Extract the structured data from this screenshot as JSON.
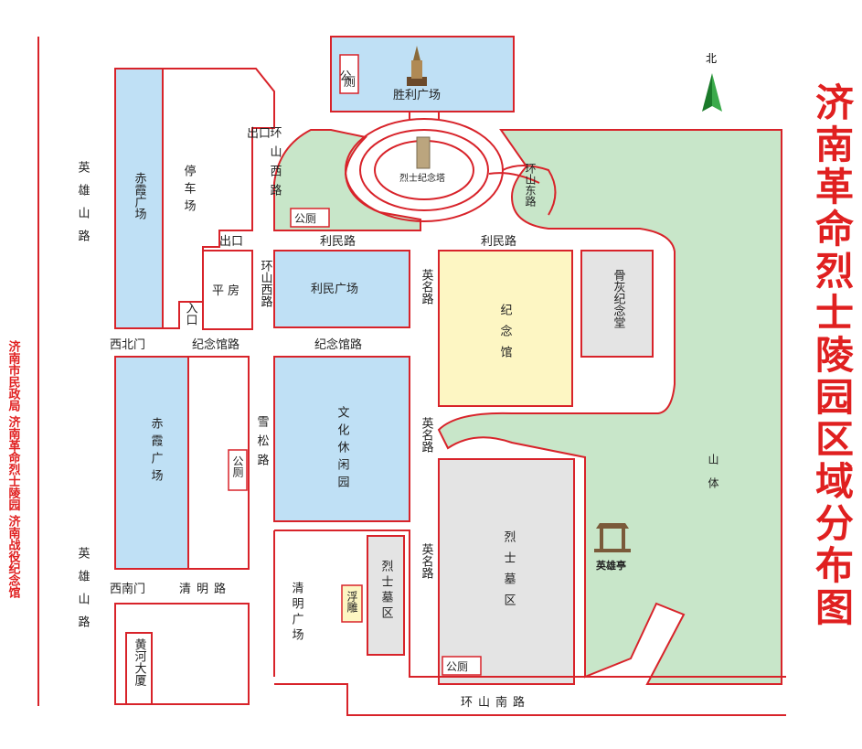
{
  "title": "济南革命烈士陵园区域分布图",
  "side_note": "济南市民政局  济南革命烈士陵园  济南战役纪念馆",
  "north": "北",
  "colors": {
    "road": "#d8232a",
    "plaza": "#bfe0f5",
    "park": "#c8e6c9",
    "memorial_hall": "#fdf6c3",
    "building": "#e4e4e4"
  },
  "areas": {
    "victory_square": "胜利广场",
    "martyrs_tower": "烈士纪念塔",
    "chixia_north": "赤霞广场",
    "parking": "停车场",
    "bungalow": "平房",
    "limin_square": "利民广场",
    "memorial_hall": "纪念馆",
    "ash_hall": "骨灰纪念堂",
    "culture_park": "文化休闲园",
    "chixia_south": "赤霞广场",
    "tomb_area_big": "烈士墓区",
    "tomb_area_small": "烈士墓区",
    "relief": "浮雕",
    "qingming_square": "清明广场",
    "hero_pavilion": "英雄亭",
    "mountain": "山体",
    "yellow_river_building": "黄河大厦"
  },
  "toilet": "公厕",
  "roads": {
    "yingxiong_north": "英雄山路",
    "yingxiong_south": "英雄山路",
    "huanshan_west_upper": "环山西路",
    "huanshan_west_lower": "环山西路",
    "huanshan_east": "环山东路",
    "limin_left": "利民路",
    "limin_right": "利民路",
    "jinianguan_left": "纪念馆路",
    "jinianguan_right": "纪念馆路",
    "xuesong": "雪松路",
    "yingming_1": "英名路",
    "yingming_2": "英名路",
    "yingming_3": "英名路",
    "qingming": "清明路",
    "huanshan_south": "环山南路"
  },
  "gates": {
    "exit_1": "出口",
    "exit_2": "出口",
    "entrance": "入口",
    "xibei": "西北门",
    "xinan": "西南门"
  }
}
